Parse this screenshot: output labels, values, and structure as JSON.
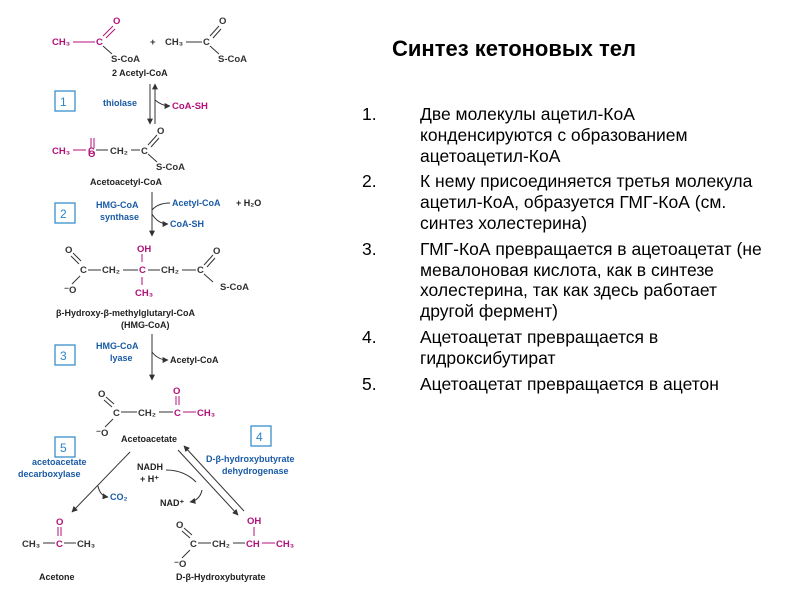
{
  "title": "Синтез кетоновых тел",
  "steps": [
    {
      "num": "1.",
      "text": "Две молекулы ацетил-КоА конденсируются с образованием ацетоацетил-КоА"
    },
    {
      "num": "2.",
      "text": "К нему присоединяется третья молекула ацетил-КоА, образуется ГМГ-КоА (см. синтез холестерина)"
    },
    {
      "num": "3.",
      "text": "ГМГ-КоА превращается в ацетоацетат (не мевалоновая кислота, как в синтезе холестерина, так как здесь работает другой фермент)"
    },
    {
      "num": "4.",
      "text": "Ацетоацетат превращается в гидроксибутират"
    },
    {
      "num": "5.",
      "text": "Ацетоацетат превращается в ацетон"
    }
  ],
  "diagram": {
    "ch3": "CH₃",
    "ch2": "CH₂",
    "c": "C",
    "ch": "CH",
    "o": "O",
    "oh": "OH",
    "o_minus": "⁻O",
    "scoa": "S-CoA",
    "plus": "+",
    "acetyl_coa_2": "2 Acetyl-CoA",
    "acetoacetyl_coa": "Acetoacetyl-CoA",
    "hmg_line1": "β-Hydroxy-β-methylglutaryl-CoA",
    "hmg_line2": "(HMG-CoA)",
    "acetoacetate": "Acetoacetate",
    "acetone": "Acetone",
    "hydroxybutyrate": "D-β-Hydroxybutyrate",
    "enzyme_thiolase": "thiolase",
    "enzyme_hmg_synthase_1": "HMG-CoA",
    "enzyme_hmg_synthase_2": "synthase",
    "enzyme_hmg_lyase_1": "HMG-CoA",
    "enzyme_hmg_lyase_2": "lyase",
    "enzyme_decarboxylase_1": "acetoacetate",
    "enzyme_decarboxylase_2": "decarboxylase",
    "enzyme_dehydrogenase_1": "D-β-hydroxybutyrate",
    "enzyme_dehydrogenase_2": "dehydrogenase",
    "coa_sh": "CoA-SH",
    "acetyl_coa": "Acetyl-CoA",
    "h2o": "+ H₂O",
    "co2": "CO₂",
    "nadh": "NADH",
    "h_plus": "+ H⁺",
    "nad_plus": "NAD⁺",
    "step1": "1",
    "step2": "2",
    "step3": "3",
    "step4": "4",
    "step5": "5",
    "colors": {
      "magenta": "#b0117a",
      "blue": "#1a5ba6",
      "box": "#2a86c8",
      "dark": "#333333"
    }
  }
}
